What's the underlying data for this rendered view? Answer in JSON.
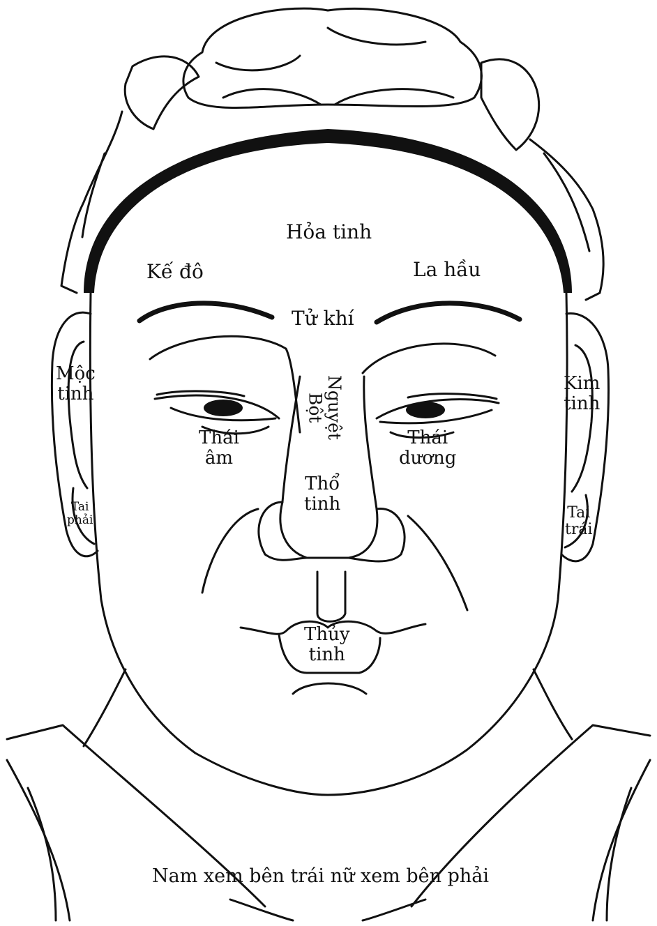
{
  "colors": {
    "ink": "#111111",
    "paper": "#ffffff",
    "hair": "#0d0d0d"
  },
  "labels": {
    "hoa_tinh": "Hỏa tinh",
    "ke_do": "Kế đô",
    "la_hau": "La hầu",
    "tu_khi": "Tử khí",
    "moc_tinh_1": "Mộc",
    "moc_tinh_2": "tinh",
    "kim_tinh_1": "Kim",
    "kim_tinh_2": "tinh",
    "nguyet_bot_1": "Nguyệt",
    "nguyet_bot_2": "Bột",
    "thai_am_1": "Thái",
    "thai_am_2": "âm",
    "thai_duong_1": "Thái",
    "thai_duong_2": "dương",
    "tho_tinh_1": "Thổ",
    "tho_tinh_2": "tinh",
    "tai_phai_1": "Tai",
    "tai_phai_2": "phải",
    "tai_trai_1": "Tai",
    "tai_trai_2": "trái",
    "thuy_tinh_1": "Thủy",
    "thuy_tinh_2": "tinh"
  },
  "caption": "Nam xem bên trái nữ xem bên phải"
}
